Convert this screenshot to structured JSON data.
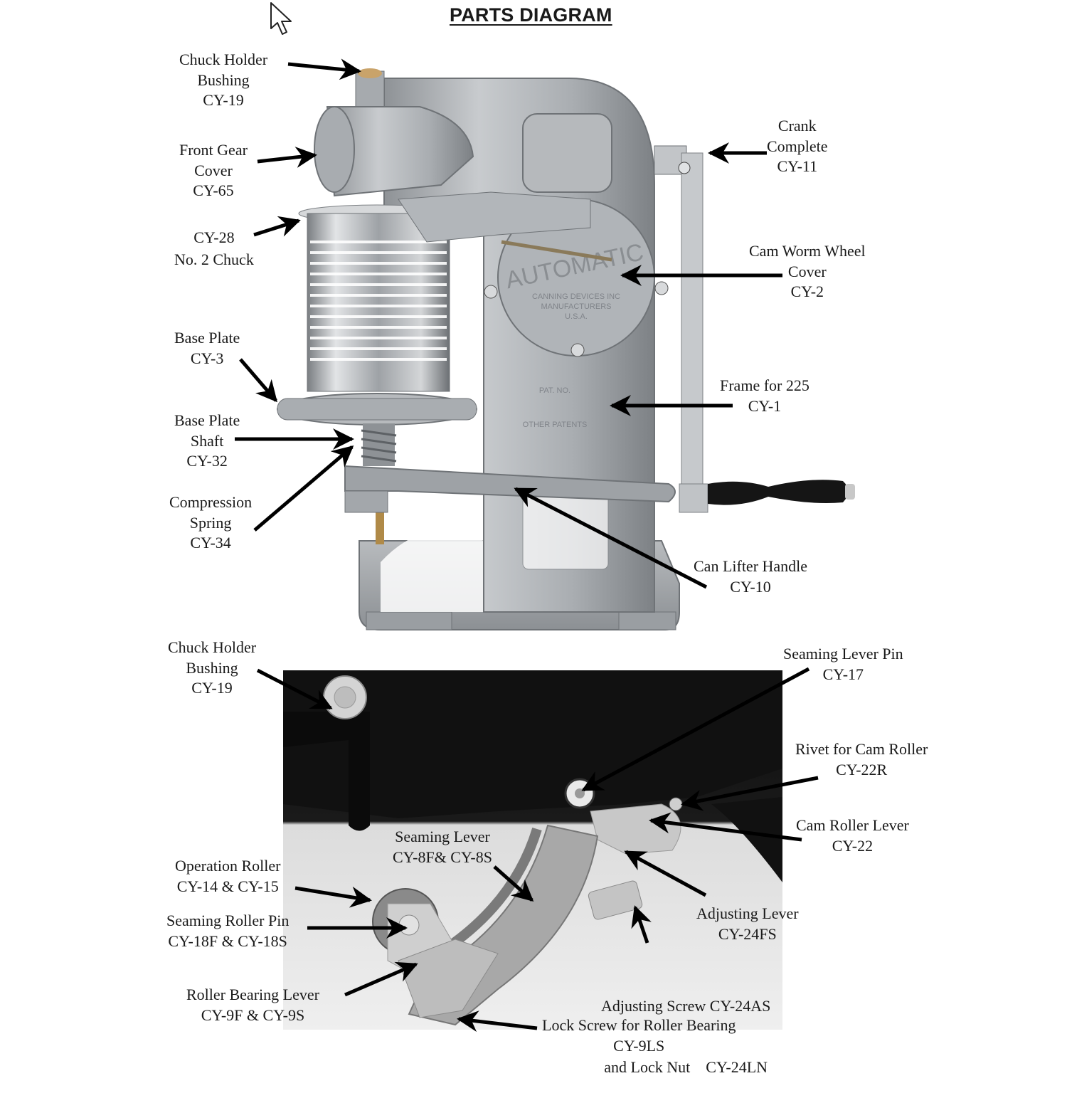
{
  "title": "PARTS DIAGRAM",
  "cursor": "arrow-pointer",
  "machine_view": {
    "embossed_text": [
      "AUTOMATIC",
      "CANNING DEVICES INC",
      "MANUFACTURERS",
      "U.S.A.",
      "PAT. NO.",
      "OTHER PATENTS"
    ],
    "callouts": [
      {
        "id": "chuck-holder-bushing",
        "lines": [
          "Chuck Holder",
          "Bushing",
          "CY-19"
        ]
      },
      {
        "id": "front-gear-cover",
        "lines": [
          "Front Gear",
          "Cover",
          "CY-65"
        ]
      },
      {
        "id": "no2-chuck",
        "lines": [
          "CY-28",
          "No. 2 Chuck"
        ]
      },
      {
        "id": "base-plate",
        "lines": [
          "Base Plate",
          "CY-3"
        ]
      },
      {
        "id": "base-plate-shaft",
        "lines": [
          "Base Plate",
          "Shaft",
          "CY-32"
        ]
      },
      {
        "id": "compression-spring",
        "lines": [
          "Compression",
          "Spring",
          "CY-34"
        ]
      },
      {
        "id": "crank-complete",
        "lines": [
          "Crank",
          "Complete",
          "CY-11"
        ]
      },
      {
        "id": "cam-worm-wheel-cover",
        "lines": [
          "Cam Worm Wheel",
          "Cover",
          "CY-2"
        ]
      },
      {
        "id": "frame",
        "lines": [
          "Frame for 225",
          "CY-1"
        ]
      },
      {
        "id": "can-lifter-handle",
        "lines": [
          "Can Lifter Handle",
          "CY-10"
        ]
      }
    ]
  },
  "detail_view": {
    "callouts": [
      {
        "id": "chuck-holder-bushing-detail",
        "lines": [
          "Chuck Holder",
          "Bushing",
          "CY-19"
        ]
      },
      {
        "id": "seaming-lever-pin",
        "lines": [
          "Seaming Lever Pin",
          "CY-17"
        ]
      },
      {
        "id": "rivet-cam-roller",
        "lines": [
          "Rivet for Cam Roller",
          "CY-22R"
        ]
      },
      {
        "id": "cam-roller-lever",
        "lines": [
          "Cam Roller Lever",
          "CY-22"
        ]
      },
      {
        "id": "seaming-lever",
        "lines": [
          "Seaming Lever",
          "CY-8F& CY-8S"
        ]
      },
      {
        "id": "operation-roller",
        "lines": [
          "Operation Roller",
          "CY-14 & CY-15"
        ]
      },
      {
        "id": "seaming-roller-pin",
        "lines": [
          "Seaming Roller Pin",
          "CY-18F & CY-18S"
        ]
      },
      {
        "id": "adjusting-lever",
        "lines": [
          "Adjusting Lever",
          "CY-24FS"
        ]
      },
      {
        "id": "adjusting-screw",
        "lines": [
          "Adjusting Screw CY-24AS",
          "and Lock Nut    CY-24LN"
        ]
      },
      {
        "id": "roller-bearing-lever",
        "lines": [
          "Roller Bearing Lever",
          "CY-9F & CY-9S"
        ]
      },
      {
        "id": "lock-screw-roller-bearing",
        "lines": [
          "Lock Screw for Roller Bearing",
          "CY-9LS"
        ]
      }
    ]
  },
  "colors": {
    "metal_light": "#c9cccf",
    "metal_mid": "#a4a8ac",
    "metal_dark": "#6f7377",
    "handle_black": "#151515",
    "detail_bg_dark": "#121212",
    "detail_bg_light": "#e6e6e6",
    "arrow": "#000000"
  }
}
